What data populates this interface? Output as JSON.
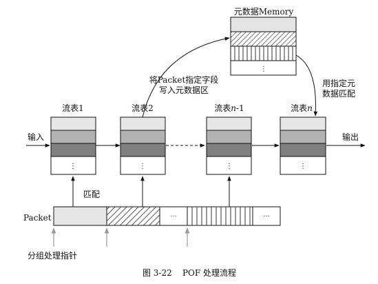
{
  "memory": {
    "title": "元数据Memory",
    "ellipsis": "⋮",
    "colors": {
      "top": "#e4e4e4",
      "hatch": "#555555",
      "stripe": "#333333"
    }
  },
  "flow_tables": [
    {
      "name": "流表1",
      "ellipsis": "⋮"
    },
    {
      "name": "流表2",
      "ellipsis": "⋮"
    },
    {
      "name_prefix": "流表",
      "name_var": "n",
      "name_suffix": "-1",
      "ellipsis": "⋮"
    },
    {
      "name_prefix": "流表",
      "name_var": "n",
      "name_suffix": "",
      "ellipsis": "⋮"
    }
  ],
  "table_row_colors": [
    "#e6e6e6",
    "#b2b2b2",
    "#808080",
    "#ffffff"
  ],
  "labels": {
    "input": "输入",
    "output": "输出",
    "write_line1": "将Packet指定字段",
    "write_line2": "写入元数据区",
    "match_line1": "用指定元",
    "match_line2": "数据匹配",
    "packet": "Packet",
    "match": "匹配",
    "pointer": "分组处理指针",
    "packet_dots1": "···",
    "packet_dots2": "···"
  },
  "packet_colors": {
    "seg1": "#e6e6e6",
    "hatch": "#333333"
  },
  "pointer_color": "#999999",
  "caption": "图 3-22    POF 处理流程"
}
